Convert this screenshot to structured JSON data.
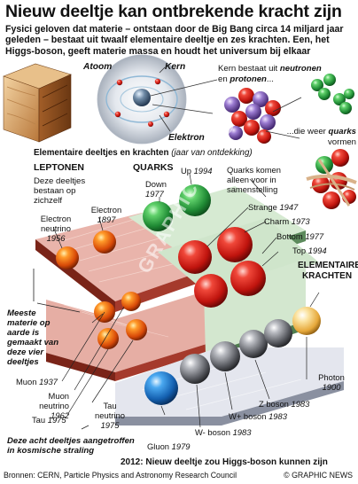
{
  "header": {
    "title": "Nieuw deeltje kan ontbrekende kracht zijn",
    "intro": "Fysici geloven dat materie – ontstaan door de Big Bang circa 14 miljard jaar geleden – bestaat uit twaalf elementaire deeltje en zes krachten. Een, het Higgs-boson, geeft materie massa en houdt het universum bij elkaar"
  },
  "atom": {
    "atoom_label": "Atoom",
    "kern_label": "Kern",
    "elektron_label": "Elektron",
    "kern_text_1": "Kern bestaat uit ",
    "neutronen": "neutronen",
    "kern_text_2": "en ",
    "protonen": "protonen",
    "kern_text_3": "...",
    "quarks_text_1": "...die weer ",
    "quarks_word": "quarks",
    "quarks_text_2": "vormen"
  },
  "section": {
    "heading": "Elementaire deeltjes en krachten",
    "heading_note": "(jaar van ontdekking)"
  },
  "leptons": {
    "heading": "LEPTONEN",
    "note": "Deze deeltjes bestaan op zichzelf",
    "electron_neutrino": "Electron neutrino",
    "electron_neutrino_year": "1956",
    "electron": "Electron",
    "electron_year": "1897",
    "muon": "Muon",
    "muon_year": "1937",
    "muon_neutrino": "Muon neutrino",
    "muon_neutrino_year": "1962",
    "tau": "Tau",
    "tau_year": "1975",
    "tau_neutrino": "Tau neutrino",
    "tau_neutrino_year": "1975",
    "meeste_note": "Meeste materie op aarde is gemaakt van deze vier deeltjes",
    "kosmisch_note": "Deze acht deeltjes aangetroffen in kosmische straling"
  },
  "quarks": {
    "heading": "QUARKS",
    "up": "Up",
    "up_year": "1994",
    "down": "Down",
    "down_year": "1977",
    "strange": "Strange",
    "strange_year": "1947",
    "charm": "Charm",
    "charm_year": "1973",
    "bottom": "Bottom",
    "bottom_year": "1977",
    "top": "Top",
    "top_year": "1994",
    "note": "Quarks komen alleen voor in samenstelling"
  },
  "forces": {
    "heading": "ELEMENTAIRE KRACHTEN",
    "photon": "Photon",
    "photon_year": "1900",
    "z_boson": "Z boson",
    "z_boson_year": "1983",
    "w_plus": "W+ boson",
    "w_plus_year": "1983",
    "w_minus": "W- boson",
    "w_minus_year": "1983",
    "gluon": "Gluon",
    "gluon_year": "1979"
  },
  "higgs_note": "2012: Nieuw deeltje zou Higgs-boson kunnen zijn",
  "watermark": "GRAPHIC NEWS",
  "footer": {
    "sources": "Bronnen: CERN, Particle Physics and Astronomy Research Council",
    "brand": "© GRAPHIC NEWS"
  },
  "colors": {
    "lepton_panel": "#e8b9b1",
    "lepton_panel_dark": "#b94a3a",
    "quark_panel": "#d8ecd6",
    "quark_panel_dark": "#6a9a6a",
    "force_panel": "#e3e6ee",
    "force_panel_dark": "#8a90a0",
    "green_sphere": "#2ea84a",
    "red_sphere": "#d8231c",
    "orange_sphere": "#ea6a10",
    "grey_sphere": "#7a7c80",
    "blue_sphere": "#1f7ed0",
    "gold_sphere": "#f2c34a"
  }
}
